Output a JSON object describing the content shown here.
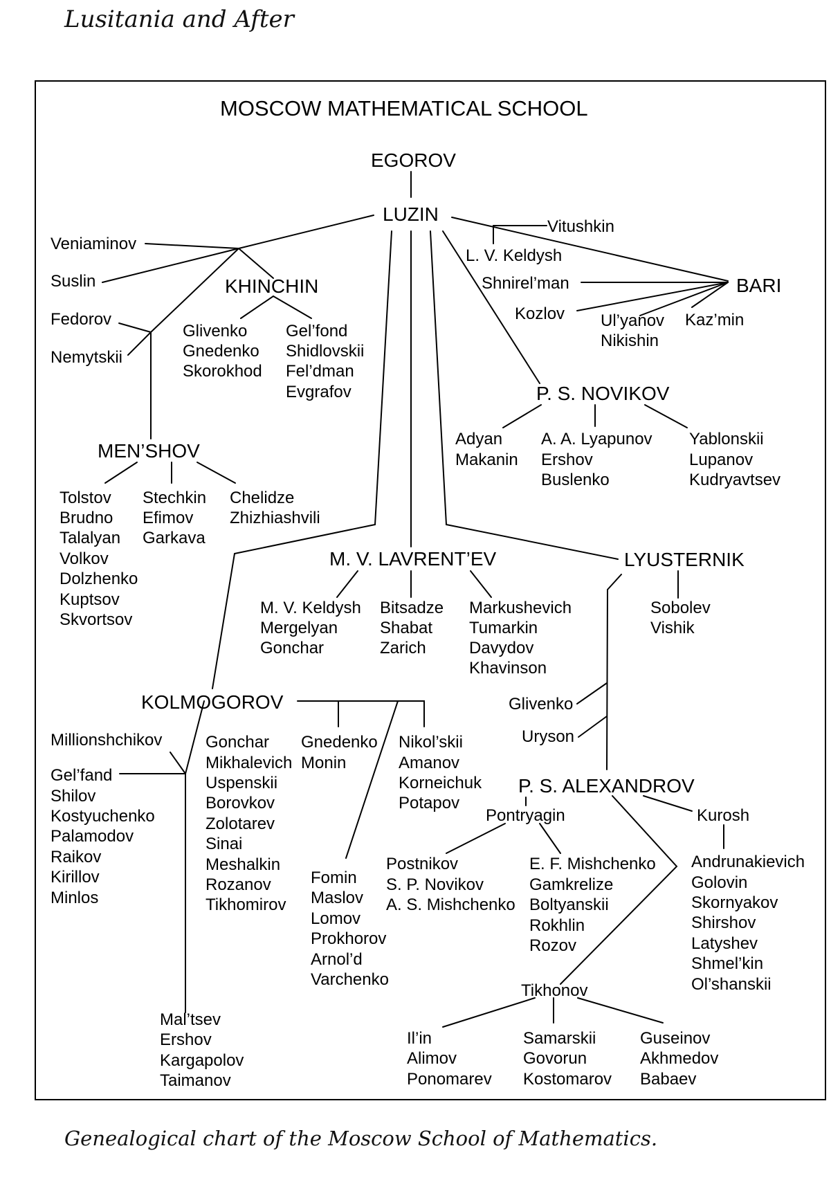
{
  "page": {
    "header": "Lusitania and After",
    "caption": "Genealogical chart of the Moscow School of Mathematics."
  },
  "diagram": {
    "title": "MOSCOW MATHEMATICAL SCHOOL",
    "people": {
      "egorov": "EGOROV",
      "luzin": "LUZIN",
      "veniaminov": "Veniaminov",
      "suslin": "Suslin",
      "fedorov": "Fedorov",
      "nemytskii": "Nemytskii",
      "khinchin": "KHINCHIN",
      "khinchin_left": [
        "Glivenko",
        "Gnedenko",
        "Skorokhod"
      ],
      "khinchin_right": [
        "Gel’fond",
        "Shidlovskii",
        "Fel’dman",
        "Evgrafov"
      ],
      "mensov": "MEN’SHOV",
      "mensov_left": [
        "Tolstov",
        "Brudno",
        "Talalyan",
        "Volkov",
        "Dolzhenko",
        "Kuptsov",
        "Skvortsov"
      ],
      "mensov_mid": [
        "Stechkin",
        "Efimov",
        "Garkava"
      ],
      "mensov_right": [
        "Chelidze",
        "Zhizhiashvili"
      ],
      "vitushkin": "Vitushkin",
      "lv_keldysh": "L. V. Keldysh",
      "shnirelman": "Shnirel’man",
      "kozlov": "Kozlov",
      "bari": "BARI",
      "ulyanov": [
        "Ul’yanov",
        "Nikishin"
      ],
      "kazmin": "Kaz’min",
      "ps_novikov": "P. S. NOVIKOV",
      "novikov_left": [
        "Adyan",
        "Makanin"
      ],
      "novikov_mid": [
        "A. A. Lyapunov",
        "Ershov",
        "Buslenko"
      ],
      "novikov_right": [
        "Yablonskii",
        "Lupanov",
        "Kudryavtsev"
      ],
      "lavrentev": "M. V. LAVRENT’EV",
      "lavrentev_left": [
        "M. V. Keldysh",
        "Mergelyan",
        "Gonchar"
      ],
      "lavrentev_mid": [
        "Bitsadze",
        "Shabat",
        "Zarich"
      ],
      "lavrentev_right": [
        "Markushevich",
        "Tumarkin",
        "Davydov",
        "Khavinson"
      ],
      "lyusternik": "LYUSTERNIK",
      "lyusternik_students": [
        "Sobolev",
        "Vishik"
      ],
      "kolmogorov": "KOLMOGOROV",
      "millionshchikov": "Millionshchikov",
      "gelfand_group": [
        "Gel’fand",
        "Shilov",
        "Kostyuchenko",
        "Palamodov",
        "Raikov",
        "Kirillov",
        "Minlos"
      ],
      "gonchar_group": [
        "Gonchar",
        "Mikhalevich",
        "Uspenskii",
        "Borovkov",
        "Zolotarev",
        "Sinai",
        "Meshalkin",
        "Rozanov",
        "Tikhomirov"
      ],
      "gnedenko_group": [
        "Gnedenko",
        "Monin"
      ],
      "nikolskii_group": [
        "Nikol’skii",
        "Amanov",
        "Korneichuk",
        "Potapov"
      ],
      "fomin_group": [
        "Fomin",
        "Maslov",
        "Lomov",
        "Prokhorov",
        "Arnol’d",
        "Varchenko"
      ],
      "maltsev_group": [
        "Mal’tsev",
        "Ershov",
        "Kargapolov",
        "Taimanov"
      ],
      "glivenko": "Glivenko",
      "uryson": "Uryson",
      "alexandrov": "P. S. ALEXANDROV",
      "pontryagin": "Pontryagin",
      "kurosh": "Kurosh",
      "pontryagin_left": [
        "Postnikov",
        "S. P. Novikov",
        "A. S. Mishchenko"
      ],
      "pontryagin_right": [
        "E. F. Mishchenko",
        "Gamkrelize",
        "Boltyanskii",
        "Rokhlin",
        "Rozov"
      ],
      "kurosh_students": [
        "Andrunakievich",
        "Golovin",
        "Skornyakov",
        "Shirshov",
        "Latyshev",
        "Shmel’kin",
        "Ol’shanskii"
      ],
      "tikhonov": "Tikhonov",
      "tikhonov_left": [
        "Il’in",
        "Alimov",
        "Ponomarev"
      ],
      "tikhonov_mid": [
        "Samarskii",
        "Govorun",
        "Kostomarov"
      ],
      "tikhonov_right": [
        "Guseinov",
        "Akhmedov",
        "Babaev"
      ]
    }
  }
}
